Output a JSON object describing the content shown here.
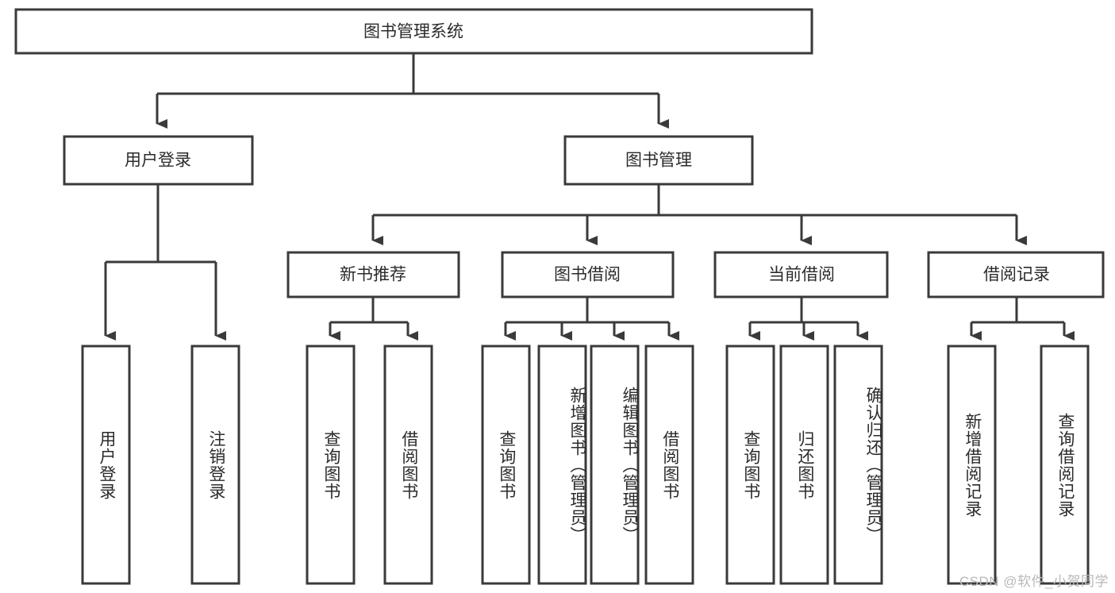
{
  "diagram": {
    "type": "tree-hierarchy",
    "title": "图书管理系统",
    "root": {
      "id": "root",
      "label": "图书管理系统"
    },
    "level1": [
      {
        "id": "user-login",
        "label": "用户登录"
      },
      {
        "id": "book-management",
        "label": "图书管理"
      }
    ],
    "level2": [
      {
        "id": "new-book-recommend",
        "label": "新书推荐",
        "parent": "book-management"
      },
      {
        "id": "book-borrow",
        "label": "图书借阅",
        "parent": "book-management"
      },
      {
        "id": "current-borrow",
        "label": "当前借阅",
        "parent": "book-management"
      },
      {
        "id": "borrow-record",
        "label": "借阅记录",
        "parent": "book-management"
      }
    ],
    "leaves": [
      {
        "id": "leaf-user-login",
        "label": "用户登录",
        "parent": "user-login"
      },
      {
        "id": "leaf-logout-login",
        "label": "注销登录",
        "parent": "user-login"
      },
      {
        "id": "leaf-query-book-1",
        "label": "查询图书",
        "parent": "new-book-recommend"
      },
      {
        "id": "leaf-borrow-book-1",
        "label": "借阅图书",
        "parent": "new-book-recommend"
      },
      {
        "id": "leaf-query-book-2",
        "label": "查询图书",
        "parent": "book-borrow"
      },
      {
        "id": "leaf-add-book",
        "label": "新增图书（管理员）",
        "parent": "book-borrow"
      },
      {
        "id": "leaf-edit-book",
        "label": "编辑图书（管理员）",
        "parent": "book-borrow"
      },
      {
        "id": "leaf-borrow-book-2",
        "label": "借阅图书",
        "parent": "book-borrow"
      },
      {
        "id": "leaf-query-book-3",
        "label": "查询图书",
        "parent": "current-borrow"
      },
      {
        "id": "leaf-return-book",
        "label": "归还图书",
        "parent": "current-borrow"
      },
      {
        "id": "leaf-confirm-return",
        "label": "确认归还（管理员）",
        "parent": "current-borrow"
      },
      {
        "id": "leaf-add-record",
        "label": "新增借阅记录",
        "parent": "borrow-record"
      },
      {
        "id": "leaf-query-record",
        "label": "查询借阅记录",
        "parent": "borrow-record"
      }
    ],
    "colors": {
      "stroke": "#3a3a3a",
      "fill": "#ffffff",
      "text": "#2b2b2b",
      "watermark": "#b8b8b8",
      "background": "#ffffff"
    }
  },
  "watermark": {
    "text": "CSDN @软件_小贺同学"
  }
}
